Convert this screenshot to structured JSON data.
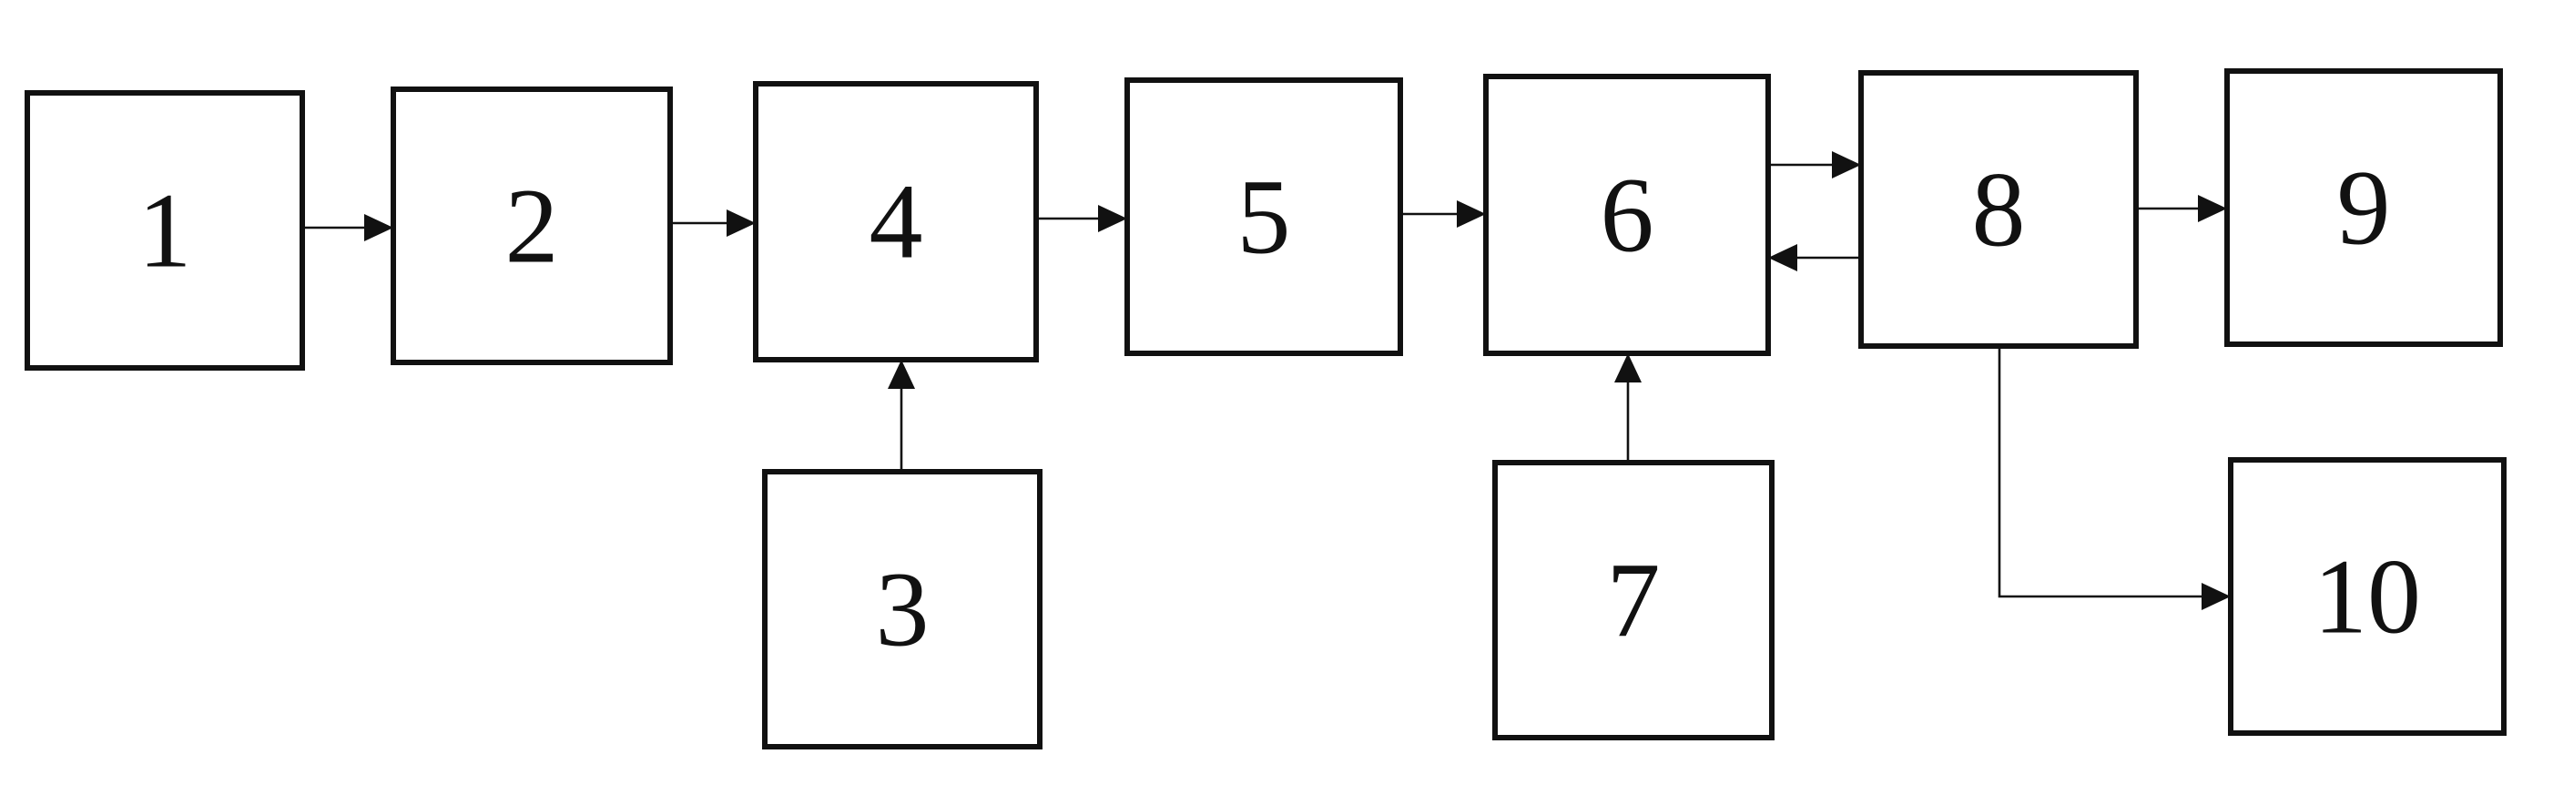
{
  "diagram": {
    "type": "block-flow",
    "nodes": [
      {
        "id": "1",
        "label": "1"
      },
      {
        "id": "2",
        "label": "2"
      },
      {
        "id": "3",
        "label": "3"
      },
      {
        "id": "4",
        "label": "4"
      },
      {
        "id": "5",
        "label": "5"
      },
      {
        "id": "6",
        "label": "6"
      },
      {
        "id": "7",
        "label": "7"
      },
      {
        "id": "8",
        "label": "8"
      },
      {
        "id": "9",
        "label": "9"
      },
      {
        "id": "10",
        "label": "10"
      }
    ],
    "edges": [
      {
        "from": "1",
        "to": "2"
      },
      {
        "from": "2",
        "to": "4"
      },
      {
        "from": "3",
        "to": "4"
      },
      {
        "from": "4",
        "to": "5"
      },
      {
        "from": "5",
        "to": "6"
      },
      {
        "from": "7",
        "to": "6"
      },
      {
        "from": "6",
        "to": "8"
      },
      {
        "from": "8",
        "to": "6"
      },
      {
        "from": "8",
        "to": "9"
      },
      {
        "from": "8",
        "to": "10"
      }
    ],
    "colors": {
      "stroke": "#111111",
      "background": "#ffffff"
    }
  }
}
